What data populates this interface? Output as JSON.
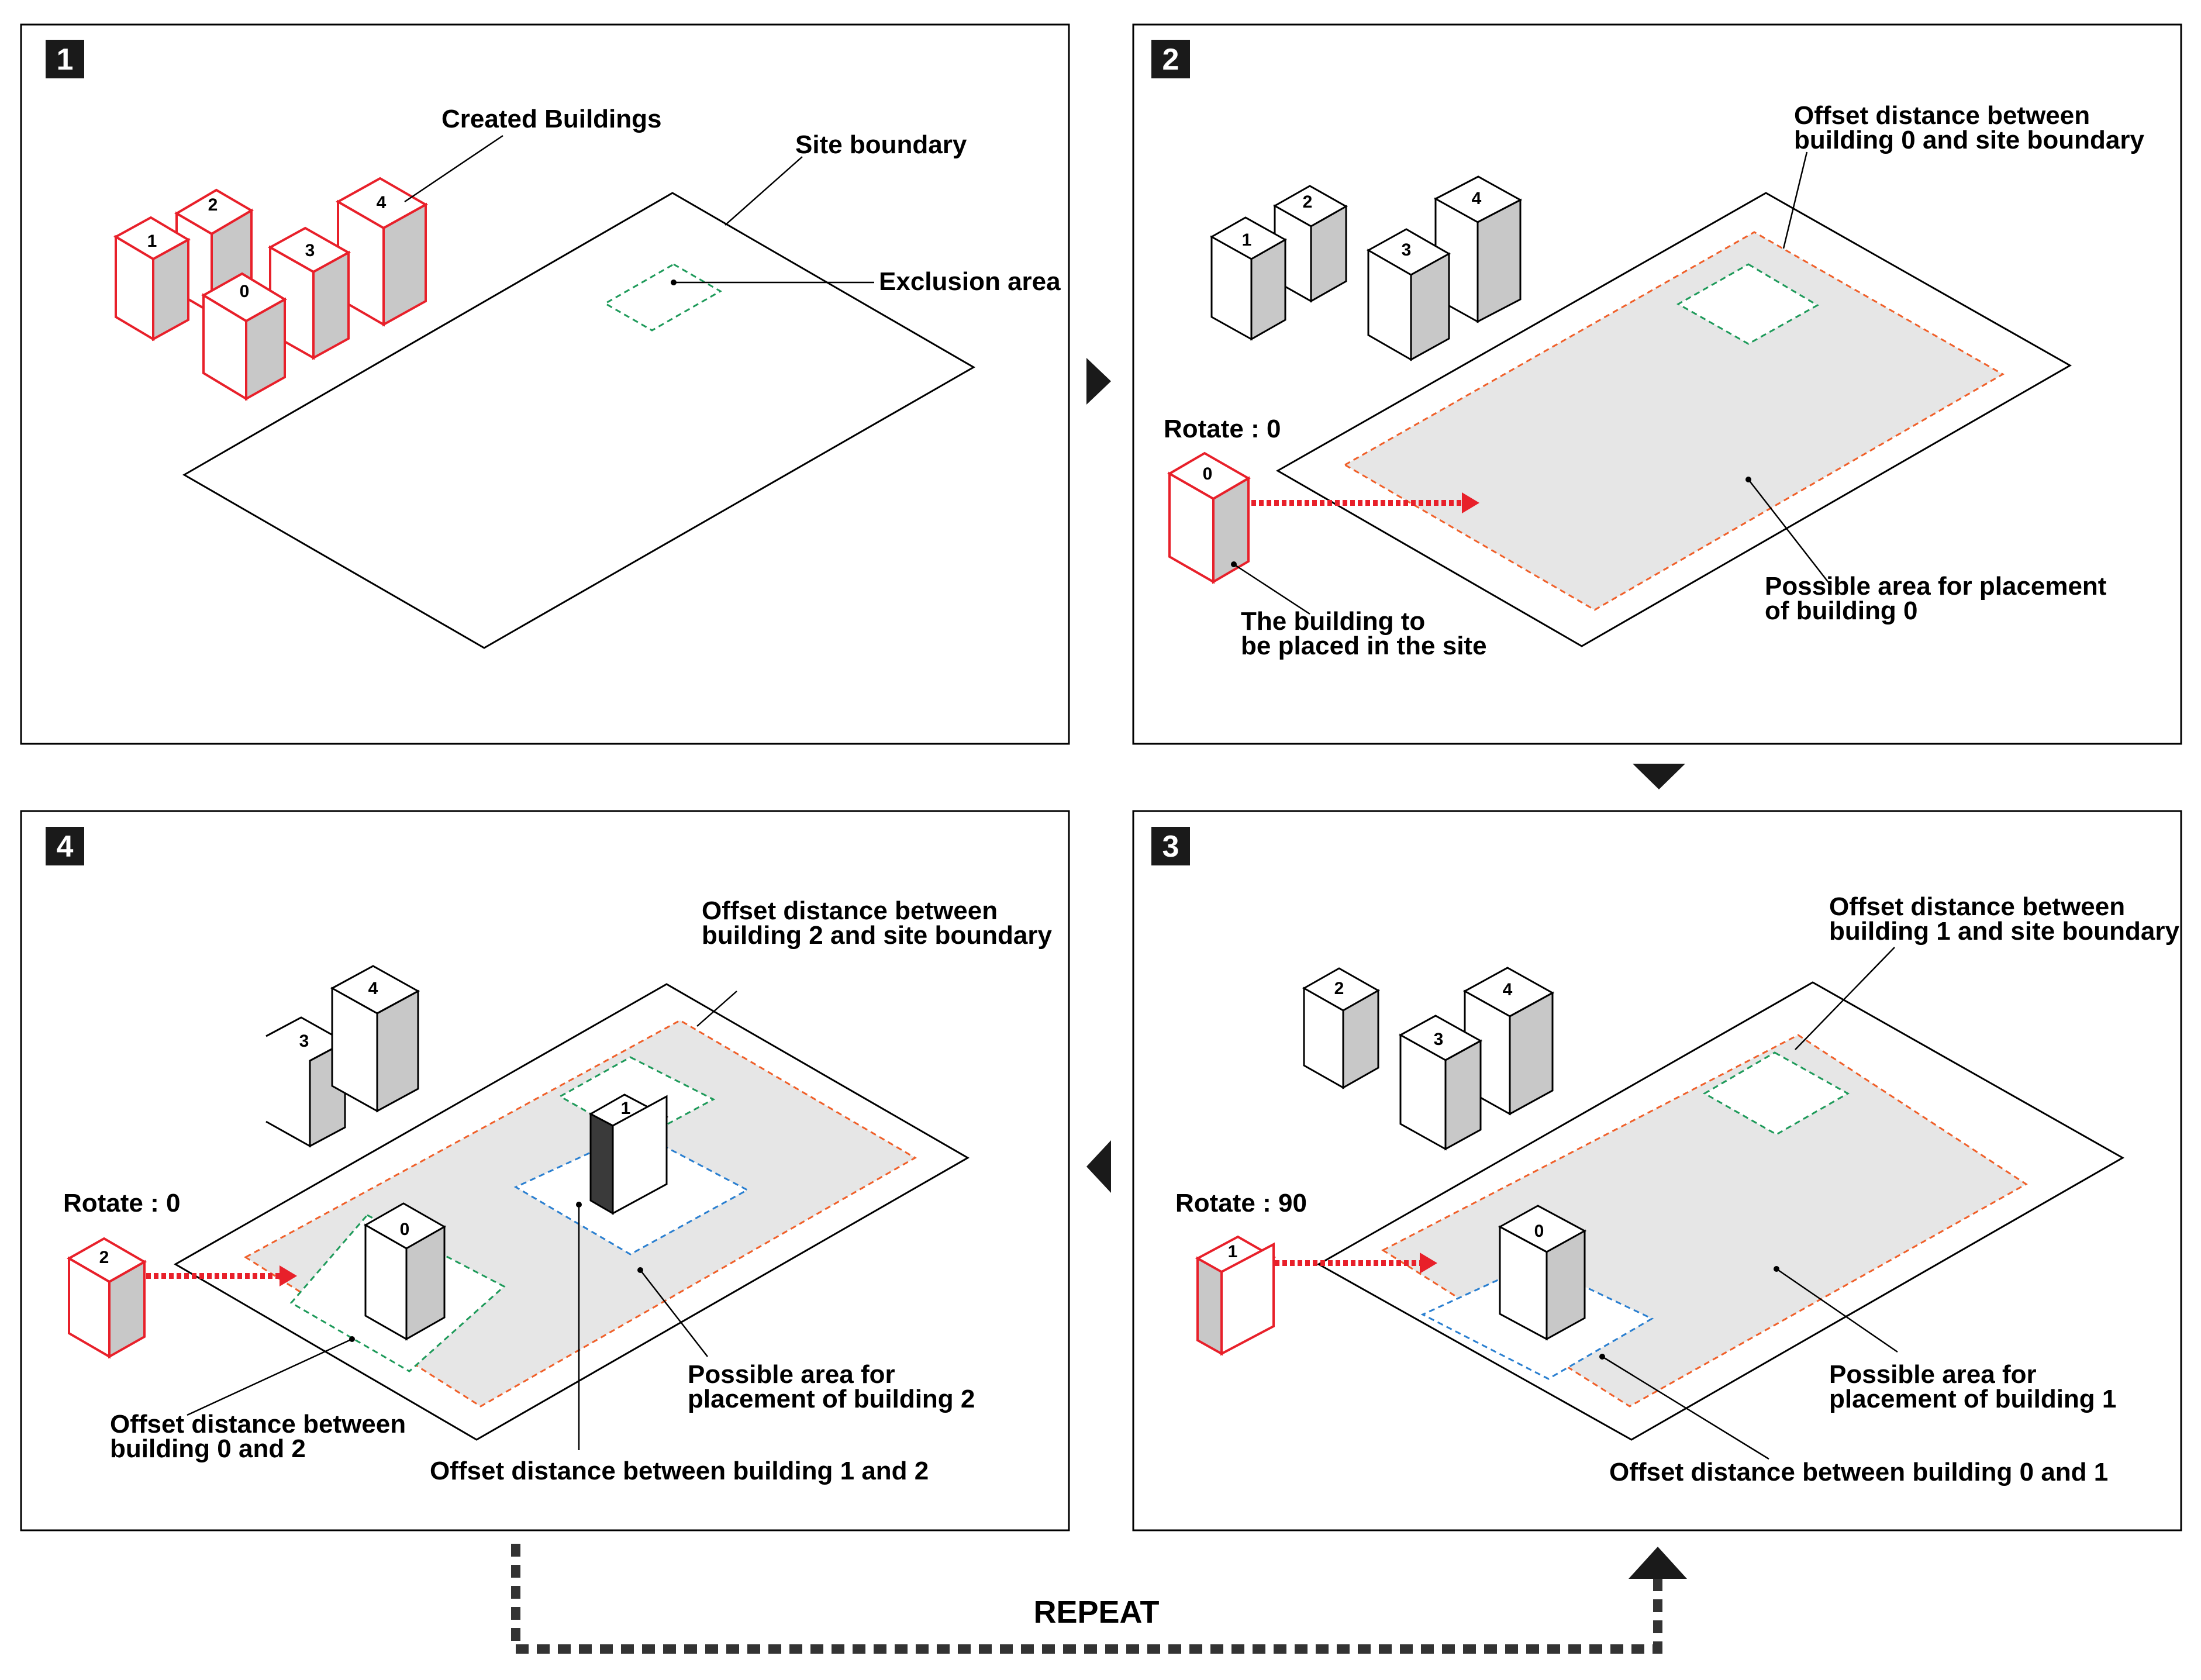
{
  "panel1": {
    "number": "1",
    "created_buildings_label": "Created Buildings",
    "site_boundary_label": "Site boundary",
    "exclusion_area_label": "Exclusion area",
    "building_numbers": [
      "0",
      "1",
      "2",
      "3",
      "4"
    ]
  },
  "panel2": {
    "number": "2",
    "offset_label_line1": "Offset distance between",
    "offset_label_line2": "building 0 and site boundary",
    "rotate_label": "Rotate : 0",
    "building_to_place_line1": "The building to",
    "building_to_place_line2": "be placed in the site",
    "possible_area_line1": "Possible area for placement",
    "possible_area_line2": "of building 0",
    "building_numbers": [
      "0",
      "1",
      "2",
      "3",
      "4"
    ]
  },
  "panel3": {
    "number": "3",
    "offset_label_line1": "Offset distance between",
    "offset_label_line2": "building 1 and site boundary",
    "rotate_label": "Rotate : 90",
    "possible_area_line1": "Possible area for",
    "possible_area_line2": "placement of building 1",
    "offset_between_label": "Offset distance between building 0 and 1",
    "building_numbers": [
      "0",
      "1",
      "2",
      "3",
      "4"
    ]
  },
  "panel4": {
    "number": "4",
    "offset_label_line1": "Offset distance between",
    "offset_label_line2": "building 2 and site boundary",
    "rotate_label": "Rotate : 0",
    "possible_area_line1": "Possible area for",
    "possible_area_line2": "placement of building 2",
    "offset_02_line1": "Offset distance between",
    "offset_02_line2": "building 0 and 2",
    "offset_12_label": "Offset distance between building 1 and 2",
    "building_numbers": [
      "0",
      "1",
      "2",
      "3",
      "4"
    ]
  },
  "repeat_label": "REPEAT",
  "colors": {
    "highlight": "#e8202a",
    "exclusion": "#1e9a5a",
    "offset_site": "#f0602a",
    "offset_building": "#2a7fd0",
    "possible_area_fill": "#e6e6e6",
    "building_side": "#c8c8c8"
  }
}
